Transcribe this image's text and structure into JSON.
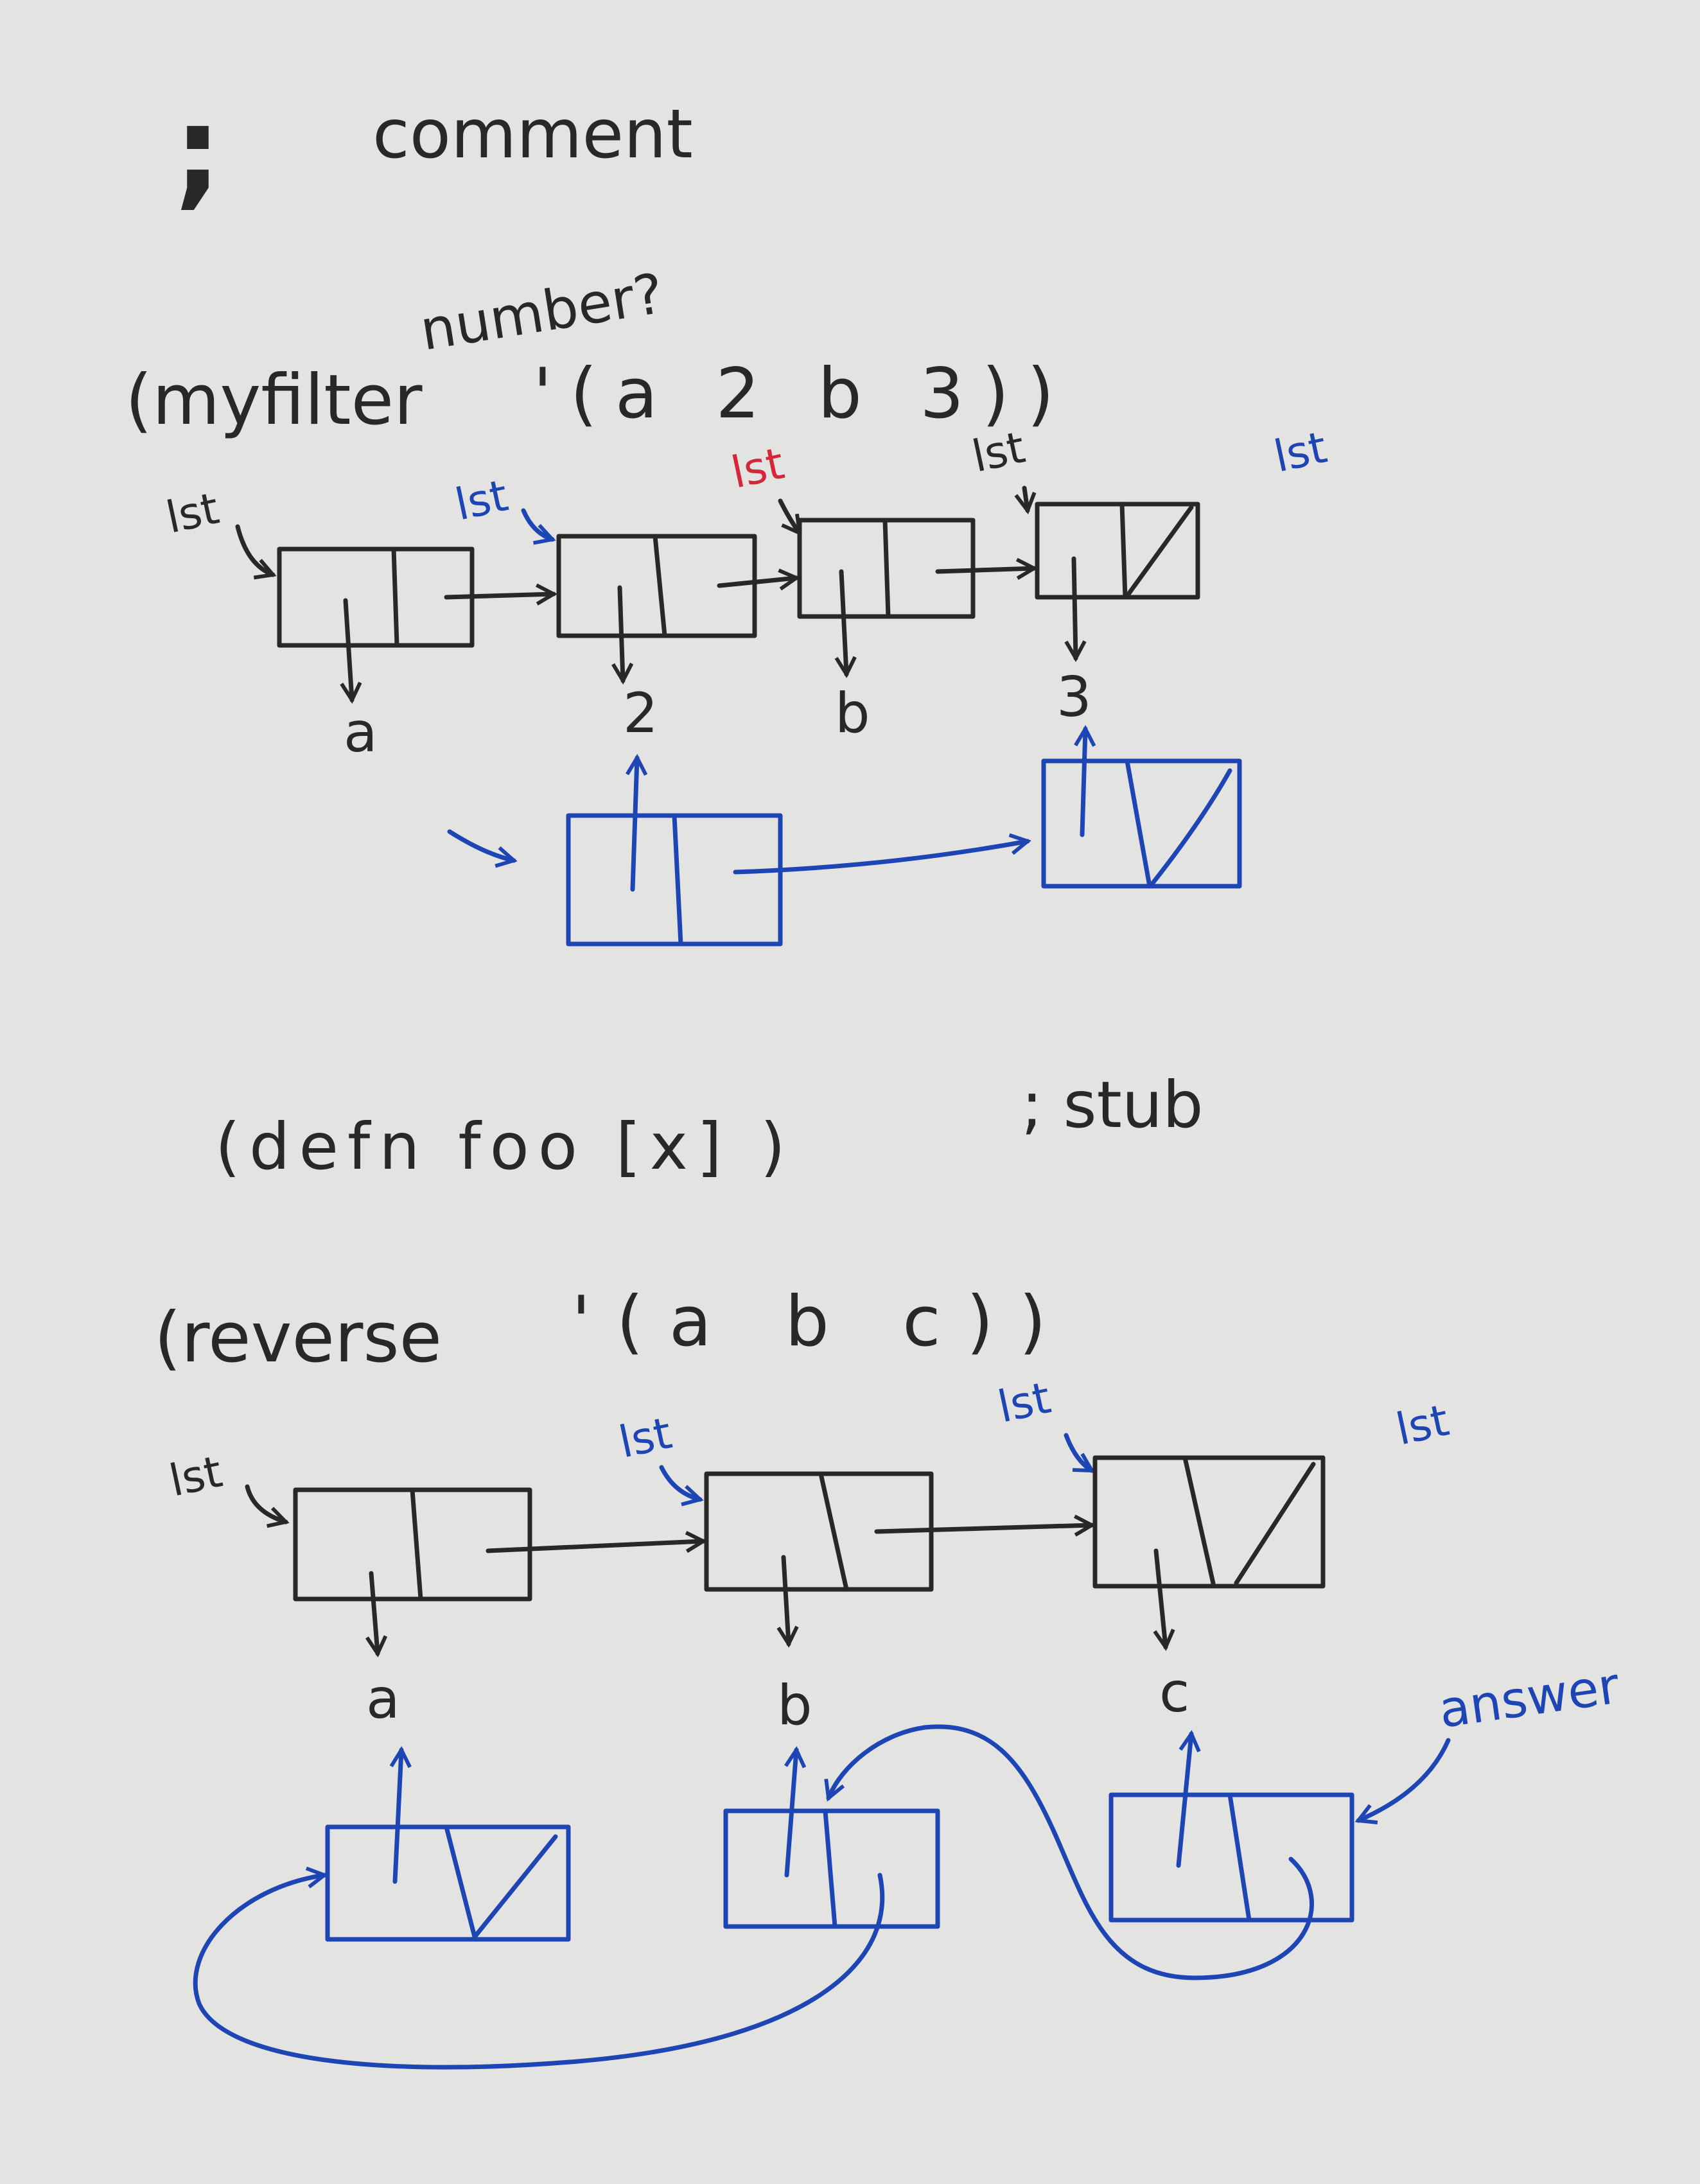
{
  "colors": {
    "paper": "#e3e3e1",
    "ink": "#2a2826",
    "blue": "#1d46b4",
    "red": "#d2283a"
  },
  "comment_note": {
    "semicolon": ";",
    "text": "comment"
  },
  "myfilter": {
    "call_open": "(myfilter",
    "predicate": "number?",
    "list_literal": "'(a 2 b 3))",
    "pointer_label": "lst",
    "elements": [
      "a",
      "2",
      "b",
      "3"
    ],
    "result_elements": [
      "2",
      "3"
    ]
  },
  "stub": {
    "form": "(defn foo [x] )",
    "comment": "; stub"
  },
  "reverse": {
    "call_open": "(reverse",
    "list_literal": "'(a b c))",
    "pointer_label": "lst",
    "elements": [
      "a",
      "b",
      "c"
    ],
    "result_label": "answer"
  }
}
